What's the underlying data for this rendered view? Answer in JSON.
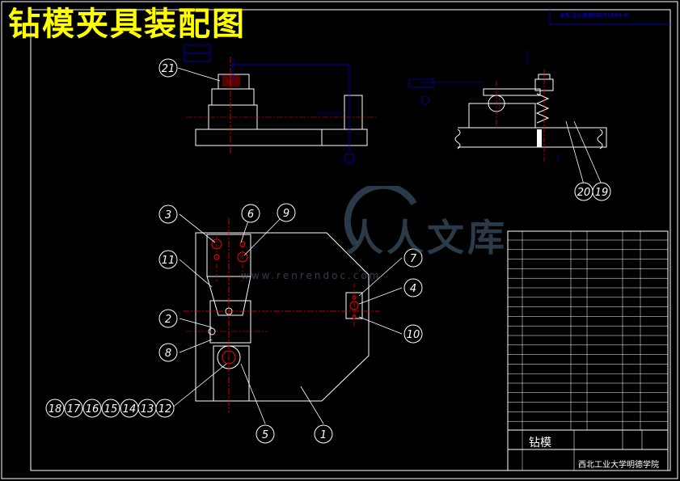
{
  "title": "钻模夹具装配图",
  "tech_note": "未标注公差按GB/T1804-m",
  "watermark": {
    "brand": "人人文库",
    "url": "www.renrendoc.com"
  },
  "part_name": "钻模",
  "school": "西北工业大学明德学院",
  "balloons": [
    "1",
    "2",
    "3",
    "4",
    "5",
    "6",
    "7",
    "8",
    "9",
    "10",
    "11",
    "12",
    "13",
    "14",
    "15",
    "16",
    "17",
    "18",
    "19",
    "20",
    "21"
  ]
}
